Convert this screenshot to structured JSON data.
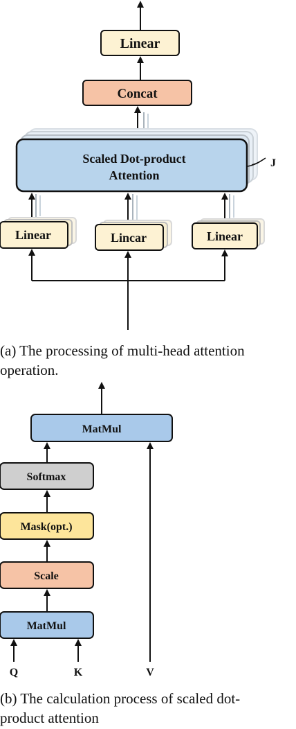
{
  "colors": {
    "linear_fill": "#fdf2d3",
    "concat_fill": "#f6c3a6",
    "attention_fill": "#b8d4ec",
    "softmax_fill": "#cfcfcf",
    "mask_fill": "#fde59b",
    "scale_fill": "#f6c3a6",
    "matmul_fill": "#a9c9ea",
    "stroke": "#111111",
    "shadow": "#c9d3dc"
  },
  "diagram_a": {
    "top_linear": "Linear",
    "concat": "Concat",
    "attention_line1": "Scaled Dot-product",
    "attention_line2": "Attention",
    "head_count_label": "J",
    "linear_left": "Linear",
    "linear_middle": "Lincar",
    "linear_right": "Linear",
    "caption_line1": "(a) The processing of multi-head attention",
    "caption_line2": "operation."
  },
  "diagram_b": {
    "matmul_top": "MatMul",
    "softmax": "Softmax",
    "mask": "Mask(opt.)",
    "scale": "Scale",
    "matmul_bottom": "MatMul",
    "input_q": "Q",
    "input_k": "K",
    "input_v": "V",
    "caption_line1": "(b) The calculation process of scaled dot-",
    "caption_line2": "product attention"
  }
}
